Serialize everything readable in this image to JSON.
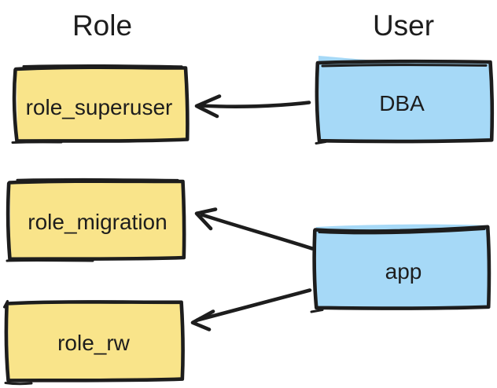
{
  "headers": {
    "role": "Role",
    "user": "User"
  },
  "nodes": {
    "role_superuser": {
      "label": "role_superuser",
      "group": "role"
    },
    "role_migration": {
      "label": "role_migration",
      "group": "role"
    },
    "role_rw": {
      "label": "role_rw",
      "group": "role"
    },
    "dba": {
      "label": "DBA",
      "group": "user"
    },
    "app": {
      "label": "app",
      "group": "user"
    }
  },
  "edges": [
    {
      "from": "DBA",
      "to": "role_superuser"
    },
    {
      "from": "app",
      "to": "role_migration"
    },
    {
      "from": "app",
      "to": "role_rw"
    }
  ],
  "colors": {
    "role_fill": "#F9E48A",
    "user_fill": "#A6D9F7",
    "stroke": "#1D1D1D",
    "background": "#FFFFFF"
  }
}
